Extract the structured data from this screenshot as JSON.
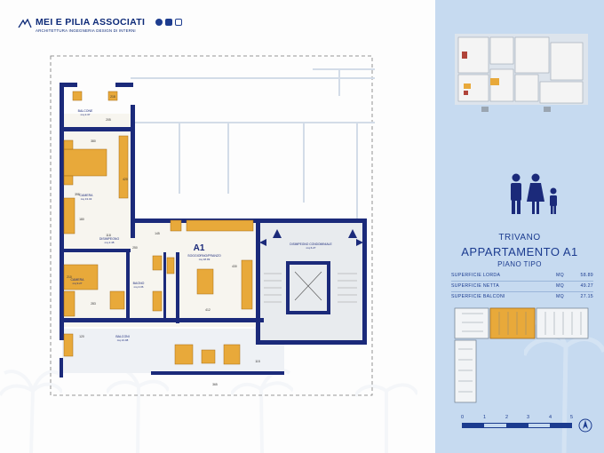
{
  "brand": {
    "name": "MEI E PILIA ASSOCIATI",
    "tagline": "ARCHITETTURA INGEGNERIA DESIGN DI INTERNI",
    "social_icons": [
      "globe-icon",
      "facebook-icon",
      "instagram-icon"
    ]
  },
  "plan": {
    "unit_label": "A1",
    "rooms": [
      {
        "key": "balcone_top",
        "name": "BALCONE",
        "area": "mq 2.37"
      },
      {
        "key": "camera_top",
        "name": "CAMERA",
        "area": "mq 13.43"
      },
      {
        "key": "disimpegno",
        "name": "DISIMPEGNO",
        "area": "mq 2.48"
      },
      {
        "key": "camera_bottom",
        "name": "CAMERA",
        "area": "mq 9.27"
      },
      {
        "key": "bagno",
        "name": "BAGNO",
        "area": "mq 4.06"
      },
      {
        "key": "soggiorno",
        "name": "SOGGIORNO/PRANZO",
        "area": "mq 18.99"
      },
      {
        "key": "disimpegno_condominiale",
        "name": "DISIMPEGNO CONDOMINIALE",
        "area": "mq 6.27"
      },
      {
        "key": "balcone_bottom",
        "name": "BALCONI",
        "area": "mq 21.08"
      }
    ],
    "dimensions": [
      "218",
      "205",
      "380",
      "420",
      "398",
      "180",
      "118",
      "250",
      "145",
      "210",
      "283",
      "412",
      "430",
      "120",
      "365",
      "115"
    ]
  },
  "info": {
    "type_label": "TRIVANO",
    "apartment_title": "APPARTAMENTO A1",
    "floor_label": "PIANO TIPO",
    "surfaces": [
      {
        "label": "SUPERFICIE LORDA",
        "unit": "MQ",
        "value": "58.89"
      },
      {
        "label": "SUPERFICIE NETTA",
        "unit": "MQ",
        "value": "49.27"
      },
      {
        "label": "SUPERFICIE BALCONI",
        "unit": "MQ",
        "value": "27.15"
      }
    ],
    "scale_ticks": [
      "0",
      "1",
      "2",
      "3",
      "4",
      "5"
    ],
    "colors": {
      "accent": "#e8a93a",
      "wall": "#1b2a7a",
      "panel": "#c6daf0",
      "text": "#1b3b8f"
    }
  }
}
